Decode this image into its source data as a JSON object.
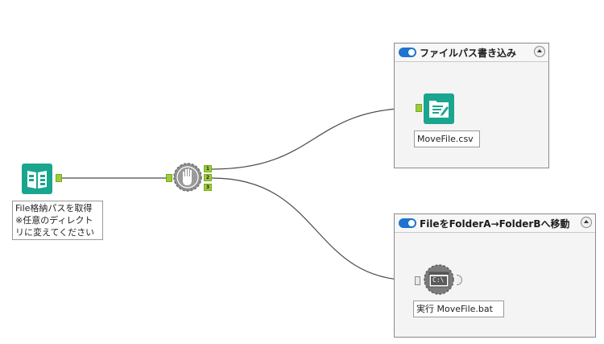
{
  "tools": {
    "input": {
      "annotation_lines": [
        "File格納パスを取得",
        "※任意のディレクト",
        "リに変えてください"
      ]
    },
    "block_until_done": {
      "outputs": [
        "1",
        "2",
        "3"
      ]
    },
    "output": {
      "annotation": "MoveFile.csv"
    },
    "run_command": {
      "icon_text": "C:\\",
      "annotation": "実行 MoveFile.bat"
    }
  },
  "containers": [
    {
      "title": "ファイルパス書き込み",
      "enabled": true
    },
    {
      "title": "FileをFolderA→FolderBへ移動",
      "enabled": true
    }
  ],
  "colors": {
    "connector": "#9ccc3c",
    "toggle": "#1f74d0",
    "input_tool": "#1aa58f",
    "output_tool": "#1aa58f",
    "block_tool": "#8f8f8f",
    "command_tool": "#7c7c7c"
  }
}
